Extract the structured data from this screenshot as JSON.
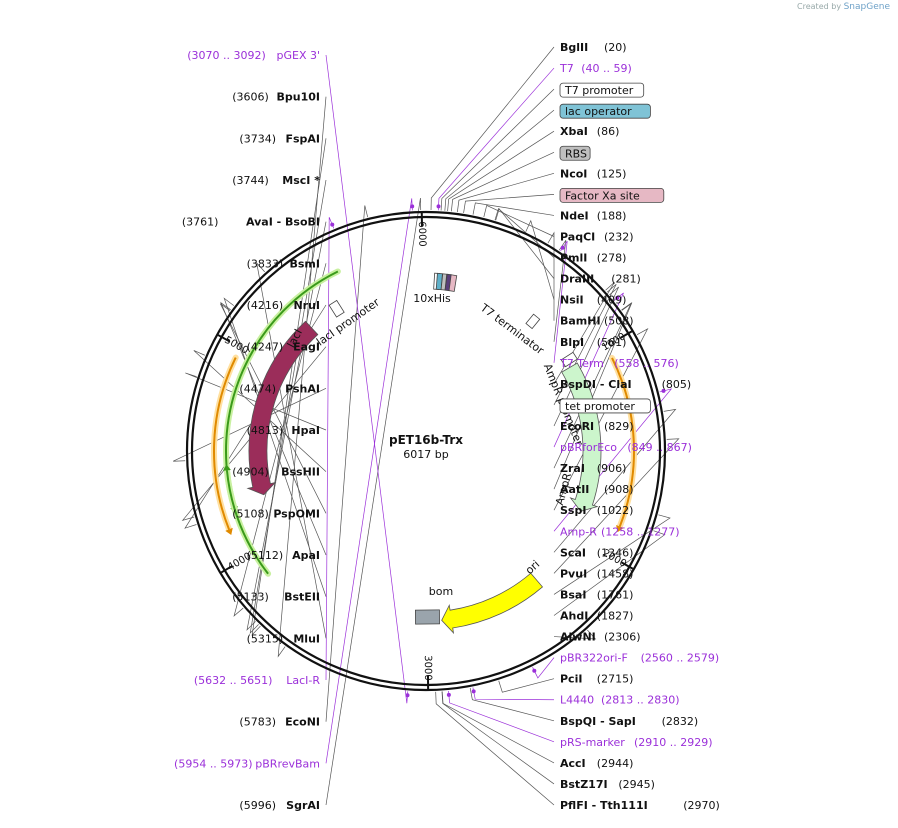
{
  "watermark": {
    "prefix": "Created by",
    "brand": "SnapGene"
  },
  "plasmid": {
    "name": "pET16b-Trx",
    "length": 6017,
    "length_label": "6017 bp"
  },
  "ticks": [
    "1000",
    "2000",
    "3000",
    "4000",
    "5000",
    "6000"
  ],
  "sites": [
    {
      "label": "BglII",
      "pos": 20,
      "num": "(20)",
      "side": "R",
      "type": "enz"
    },
    {
      "label": "T7",
      "pos": 49,
      "num": "(40 .. 59)",
      "side": "R",
      "type": "primer"
    },
    {
      "label": "T7 promoter",
      "pos": 60,
      "side": "R",
      "type": "box",
      "fill": "#ffffff"
    },
    {
      "label": "lac operator",
      "pos": 75,
      "side": "R",
      "type": "box",
      "fill": "#7fc3d6"
    },
    {
      "label": "XbaI",
      "pos": 86,
      "num": "(86)",
      "side": "R",
      "type": "enz"
    },
    {
      "label": "RBS",
      "pos": 101,
      "side": "R",
      "type": "box",
      "fill": "#bfbfbf"
    },
    {
      "label": "NcoI",
      "pos": 125,
      "num": "(125)",
      "side": "R",
      "type": "enz"
    },
    {
      "label": "Factor Xa site",
      "pos": 150,
      "side": "R",
      "type": "box",
      "fill": "#e6b8c4"
    },
    {
      "label": "NdeI",
      "pos": 188,
      "num": "(188)",
      "side": "R",
      "type": "enz"
    },
    {
      "label": "PaqCI",
      "pos": 232,
      "num": "(232)",
      "side": "R",
      "type": "enz"
    },
    {
      "label": "PmlI",
      "pos": 278,
      "num": "(278)",
      "side": "R",
      "type": "enz"
    },
    {
      "label": "DraIII",
      "pos": 281,
      "num": "(281)",
      "side": "R",
      "type": "enz"
    },
    {
      "label": "NsiI",
      "pos": 409,
      "num": "(409)",
      "side": "R",
      "type": "enz"
    },
    {
      "label": "BamHI",
      "pos": 508,
      "num": "(508)",
      "side": "R",
      "type": "enz"
    },
    {
      "label": "BlpI",
      "pos": 561,
      "num": "(561)",
      "side": "R",
      "type": "enz"
    },
    {
      "label": "T7 Term",
      "pos": 567,
      "num": "(558 .. 576)",
      "side": "R",
      "type": "primer"
    },
    {
      "label": "BspDI  - ClaI",
      "pos": 805,
      "num": "(805)",
      "side": "R",
      "type": "enz"
    },
    {
      "label": "tet promoter",
      "pos": 815,
      "side": "R",
      "type": "box",
      "fill": "#ffffff"
    },
    {
      "label": "EcoRI",
      "pos": 829,
      "num": "(829)",
      "side": "R",
      "type": "enz"
    },
    {
      "label": "pBRforEco",
      "pos": 858,
      "num": "(849 .. 867)",
      "side": "R",
      "type": "primer"
    },
    {
      "label": "ZraI",
      "pos": 906,
      "num": "(906)",
      "side": "R",
      "type": "enz"
    },
    {
      "label": "AatII",
      "pos": 908,
      "num": "(908)",
      "side": "R",
      "type": "enz"
    },
    {
      "label": "SspI",
      "pos": 1022,
      "num": "(1022)",
      "side": "R",
      "type": "enz"
    },
    {
      "label": "Amp-R",
      "pos": 1267,
      "num": "(1258 .. 1277)",
      "side": "R",
      "type": "primer"
    },
    {
      "label": "ScaI",
      "pos": 1346,
      "num": "(1346)",
      "side": "R",
      "type": "enz"
    },
    {
      "label": "PvuI",
      "pos": 1458,
      "num": "(1458)",
      "side": "R",
      "type": "enz"
    },
    {
      "label": "BsaI",
      "pos": 1761,
      "num": "(1761)",
      "side": "R",
      "type": "enz"
    },
    {
      "label": "AhdI",
      "pos": 1827,
      "num": "(1827)",
      "side": "R",
      "type": "enz"
    },
    {
      "label": "AlwNI",
      "pos": 2306,
      "num": "(2306)",
      "side": "R",
      "type": "enz"
    },
    {
      "label": "pBR322ori-F",
      "pos": 2570,
      "num": "(2560 .. 2579)",
      "side": "R",
      "type": "primer"
    },
    {
      "label": "PciI",
      "pos": 2715,
      "num": "(2715)",
      "side": "R",
      "type": "enz"
    },
    {
      "label": "L4440",
      "pos": 2821,
      "num": "(2813 .. 2830)",
      "side": "R",
      "type": "primer"
    },
    {
      "label": "BspQI  - SapI",
      "pos": 2832,
      "num": "(2832)",
      "side": "R",
      "type": "enz"
    },
    {
      "label": "pRS-marker",
      "pos": 2919,
      "num": "(2910 .. 2929)",
      "side": "R",
      "type": "primer"
    },
    {
      "label": "AccI",
      "pos": 2944,
      "num": "(2944)",
      "side": "R",
      "type": "enz"
    },
    {
      "label": "BstZ17I",
      "pos": 2945,
      "num": "(2945)",
      "side": "R",
      "type": "enz"
    },
    {
      "label": "PflFI  - Tth111I",
      "pos": 2970,
      "num": "(2970)",
      "side": "R",
      "type": "enz"
    },
    {
      "label": "pGEX 3'",
      "pos": 3081,
      "num": "(3070 .. 3092)",
      "side": "L",
      "type": "primer"
    },
    {
      "label": "Bpu10I",
      "pos": 3606,
      "num": "(3606)",
      "side": "L",
      "type": "enz"
    },
    {
      "label": "FspAI",
      "pos": 3734,
      "num": "(3734)",
      "side": "L",
      "type": "enz"
    },
    {
      "label": "MscI *",
      "pos": 3744,
      "num": "(3744)",
      "side": "L",
      "type": "enz"
    },
    {
      "label": "AvaI  - BsoBI",
      "pos": 3761,
      "num": "(3761)",
      "side": "L",
      "type": "enz"
    },
    {
      "label": "BsmI",
      "pos": 3833,
      "num": "(3833)",
      "side": "L",
      "type": "enz"
    },
    {
      "label": "NruI",
      "pos": 4216,
      "num": "(4216)",
      "side": "L",
      "type": "enz"
    },
    {
      "label": "EagI",
      "pos": 4247,
      "num": "(4247)",
      "side": "L",
      "type": "enz"
    },
    {
      "label": "PshAI",
      "pos": 4474,
      "num": "(4474)",
      "side": "L",
      "type": "enz"
    },
    {
      "label": "HpaI",
      "pos": 4813,
      "num": "(4813)",
      "side": "L",
      "type": "enz"
    },
    {
      "label": "BssHII",
      "pos": 4904,
      "num": "(4904)",
      "side": "L",
      "type": "enz"
    },
    {
      "label": "PspOMI",
      "pos": 5108,
      "num": "(5108)",
      "side": "L",
      "type": "enz"
    },
    {
      "label": "ApaI",
      "pos": 5112,
      "num": "(5112)",
      "side": "L",
      "type": "enz"
    },
    {
      "label": "BstEII",
      "pos": 5133,
      "num": "(5133)",
      "side": "L",
      "type": "enz"
    },
    {
      "label": "MluI",
      "pos": 5315,
      "num": "(5315)",
      "side": "L",
      "type": "enz"
    },
    {
      "label": "LacI-R",
      "pos": 5641,
      "num": "(5632 .. 5651)",
      "side": "L",
      "type": "primer"
    },
    {
      "label": "EcoNI",
      "pos": 5783,
      "num": "(5783)",
      "side": "L",
      "type": "enz"
    },
    {
      "label": "pBRrevBam",
      "pos": 5963,
      "num": "(5954 .. 5973)",
      "side": "L",
      "type": "primer"
    },
    {
      "label": "SgrAI",
      "pos": 5996,
      "num": "(5996)",
      "side": "L",
      "type": "enz"
    }
  ],
  "features": [
    {
      "name": "lacI",
      "start": 4260,
      "end": 5300,
      "color": "#9b2d5a",
      "label_color": "#ffffff"
    },
    {
      "name": "AmpR",
      "start": 1000,
      "end": 1860,
      "color": "#ccf5cc",
      "label_color": "#111111"
    },
    {
      "name": "ori",
      "start": 2330,
      "end": 2920,
      "color": "#ffff00",
      "label_color": "#111111"
    }
  ],
  "feature_labels": {
    "lacI": "lacI",
    "lacI_promoter": "lacI promoter",
    "his": "10xHis",
    "t7_term": "T7 terminator",
    "ampr_prom": "AmpR promoter",
    "ampr": "AmpR",
    "ori": "ori",
    "bom": "bom"
  },
  "colors": {
    "primer": "#9b30d9",
    "orf_green": "#3a9a1a",
    "orf_green_glow": "#c8f0a0",
    "orf_orange": "#e08a00",
    "orf_orange_glow": "#ffe0a0",
    "bom": "#9aa4ac",
    "his": "#5fb0c9"
  }
}
